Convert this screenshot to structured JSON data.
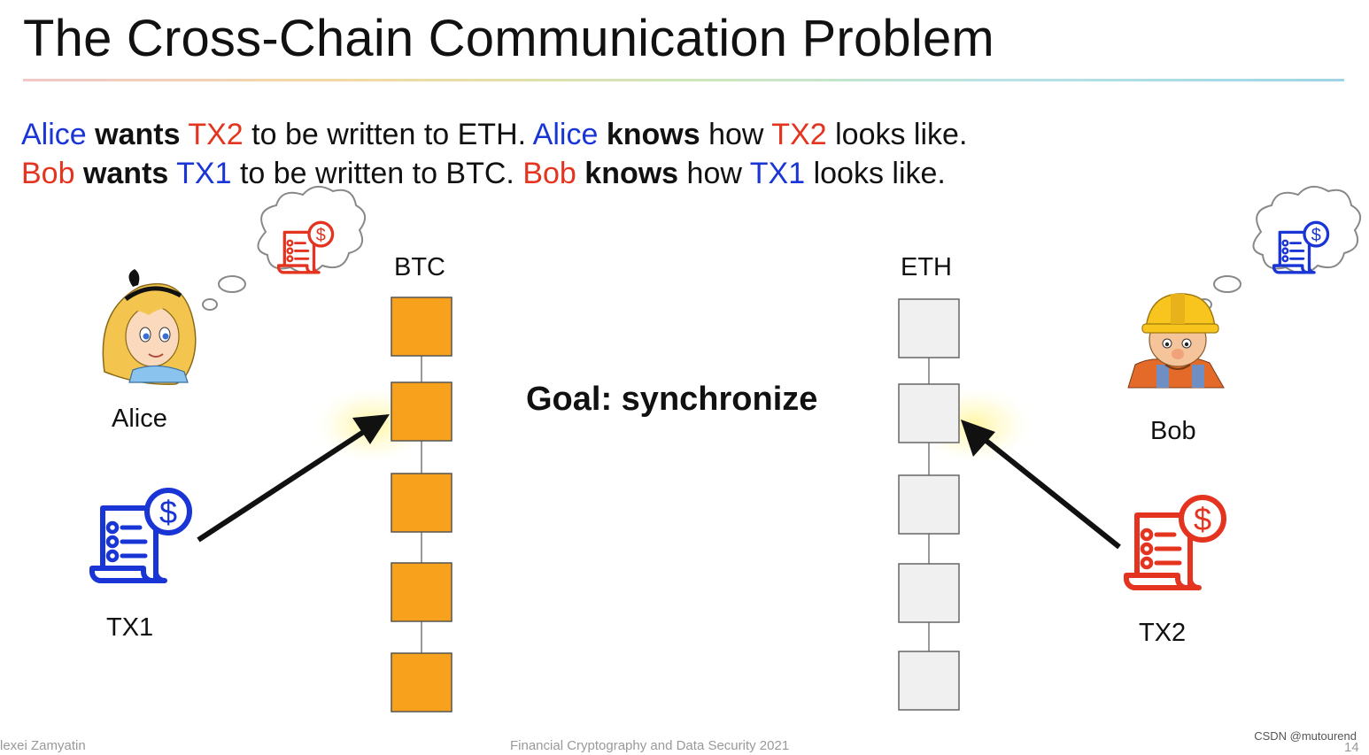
{
  "slide": {
    "title": "The Cross-Chain Communication Problem",
    "line1": {
      "alice1": "Alice",
      "wants": "wants",
      "tx2a": "TX2",
      "mid1": "to be written to ETH.",
      "alice2": "Alice",
      "knows": "knows",
      "how": "how",
      "tx2b": "TX2",
      "end": "looks like."
    },
    "line2": {
      "bob1": "Bob",
      "wants": "wants",
      "tx1a": "TX1",
      "mid1": "to be written to BTC.",
      "bob2": "Bob",
      "knows": "knows",
      "how": "how",
      "tx1b": "TX1",
      "end": "looks like."
    }
  },
  "diagram": {
    "alice_label": "Alice",
    "bob_label": "Bob",
    "btc_label": "BTC",
    "eth_label": "ETH",
    "goal": "Goal: synchronize",
    "tx1_label": "TX1",
    "tx2_label": "TX2",
    "btc_block_count": 5,
    "eth_block_count": 5,
    "colors": {
      "btc_block": "#f7a11c",
      "eth_block": "#f0f0f0",
      "blue": "#1a35d6",
      "red": "#e4341f"
    },
    "icons": [
      "receipt-dollar-icon",
      "thought-bubble-icon",
      "alice-avatar",
      "bob-avatar",
      "arrow-icon"
    ]
  },
  "footer": {
    "author": "lexei Zamyatin",
    "conference": "Financial Cryptography and Data Security 2021",
    "page": "14",
    "watermark": "CSDN @mutourend"
  }
}
